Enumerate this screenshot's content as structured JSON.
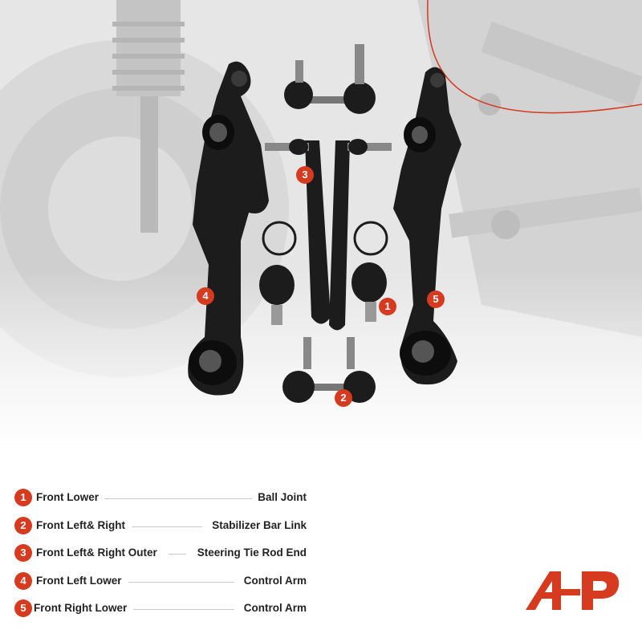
{
  "accent_color": "#d63a1f",
  "callouts": [
    {
      "number": "1"
    },
    {
      "number": "2"
    },
    {
      "number": "3"
    },
    {
      "number": "4"
    },
    {
      "number": "5"
    }
  ],
  "legend": [
    {
      "number": "1",
      "left": "Front Lower",
      "right": "Ball Joint"
    },
    {
      "number": "2",
      "left": "Front Left& Right",
      "right": "Stabilizer Bar Link"
    },
    {
      "number": "3",
      "left": "Front Left& Right Outer",
      "right": "Steering Tie Rod End"
    },
    {
      "number": "4",
      "left": "Front Left Lower",
      "right": "Control Arm"
    },
    {
      "number": "5",
      "left": "Front Right Lower",
      "right": "Control Arm"
    }
  ],
  "brand": {
    "icon": "ap-logo-icon"
  }
}
